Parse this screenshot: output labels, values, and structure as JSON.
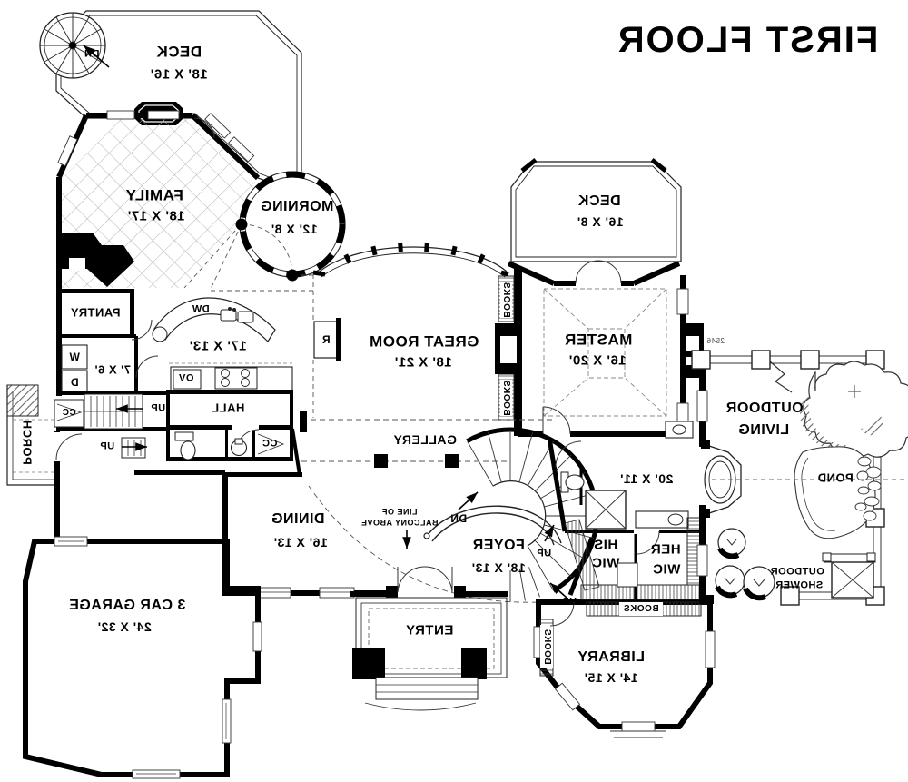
{
  "title": "FIRST FLOOR",
  "plan_number": "2546",
  "rooms": {
    "deck_left": {
      "name": "DECK",
      "dims": "18' X 16'"
    },
    "family": {
      "name": "FAMILY",
      "dims": "18' X 17'"
    },
    "morning": {
      "name": "MORNING",
      "dims": "12' X 8'"
    },
    "deck_right": {
      "name": "DECK",
      "dims": "16' X 8'"
    },
    "master": {
      "name": "MASTER",
      "dims": "16' X 20'"
    },
    "great_room": {
      "name": "GREAT ROOM",
      "dims": "18' X 21'"
    },
    "kitchen": {
      "dims": "17' X 13'"
    },
    "laundry": {
      "dims": "7' X 6'"
    },
    "pantry": {
      "name": "PANTRY"
    },
    "hall": {
      "name": "HALL"
    },
    "gallery": {
      "name": "GALLERY"
    },
    "dining": {
      "name": "DINING",
      "dims": "16' X 13'"
    },
    "foyer": {
      "name": "FOYER",
      "dims": "18' X 13'"
    },
    "garage": {
      "name": "3 CAR GARAGE",
      "dims": "24' X 32'"
    },
    "entry": {
      "name": "ENTRY"
    },
    "library": {
      "name": "LIBRARY",
      "dims": "14' X 15'"
    },
    "master_bath": {
      "dims": "20' X 11'"
    },
    "his_wic": {
      "line1": "HIS",
      "line2": "WIC"
    },
    "her_wic": {
      "line1": "HER",
      "line2": "WIC"
    },
    "outdoor_living": {
      "line1": "OUTDOOR",
      "line2": "LIVING"
    },
    "outdoor_shower": {
      "line1": "OUTDOOR",
      "line2": "SHOWER"
    },
    "pond": {
      "name": "POND"
    },
    "porch": {
      "name": "PORCH"
    }
  },
  "fixtures": {
    "dishwasher": "DW",
    "oven": "OV",
    "refrigerator": "R",
    "washer": "W",
    "dryer": "D",
    "books": "BOOKS",
    "closet": "CC"
  },
  "annotations": {
    "up": "UP",
    "dn": "DN",
    "balcony_line1": "LINE OF",
    "balcony_line2": "BALCONY ABOVE"
  },
  "colors": {
    "wall": "#000000",
    "background": "#ffffff",
    "pattern": "#b5b5b5",
    "dash": "#555555"
  }
}
